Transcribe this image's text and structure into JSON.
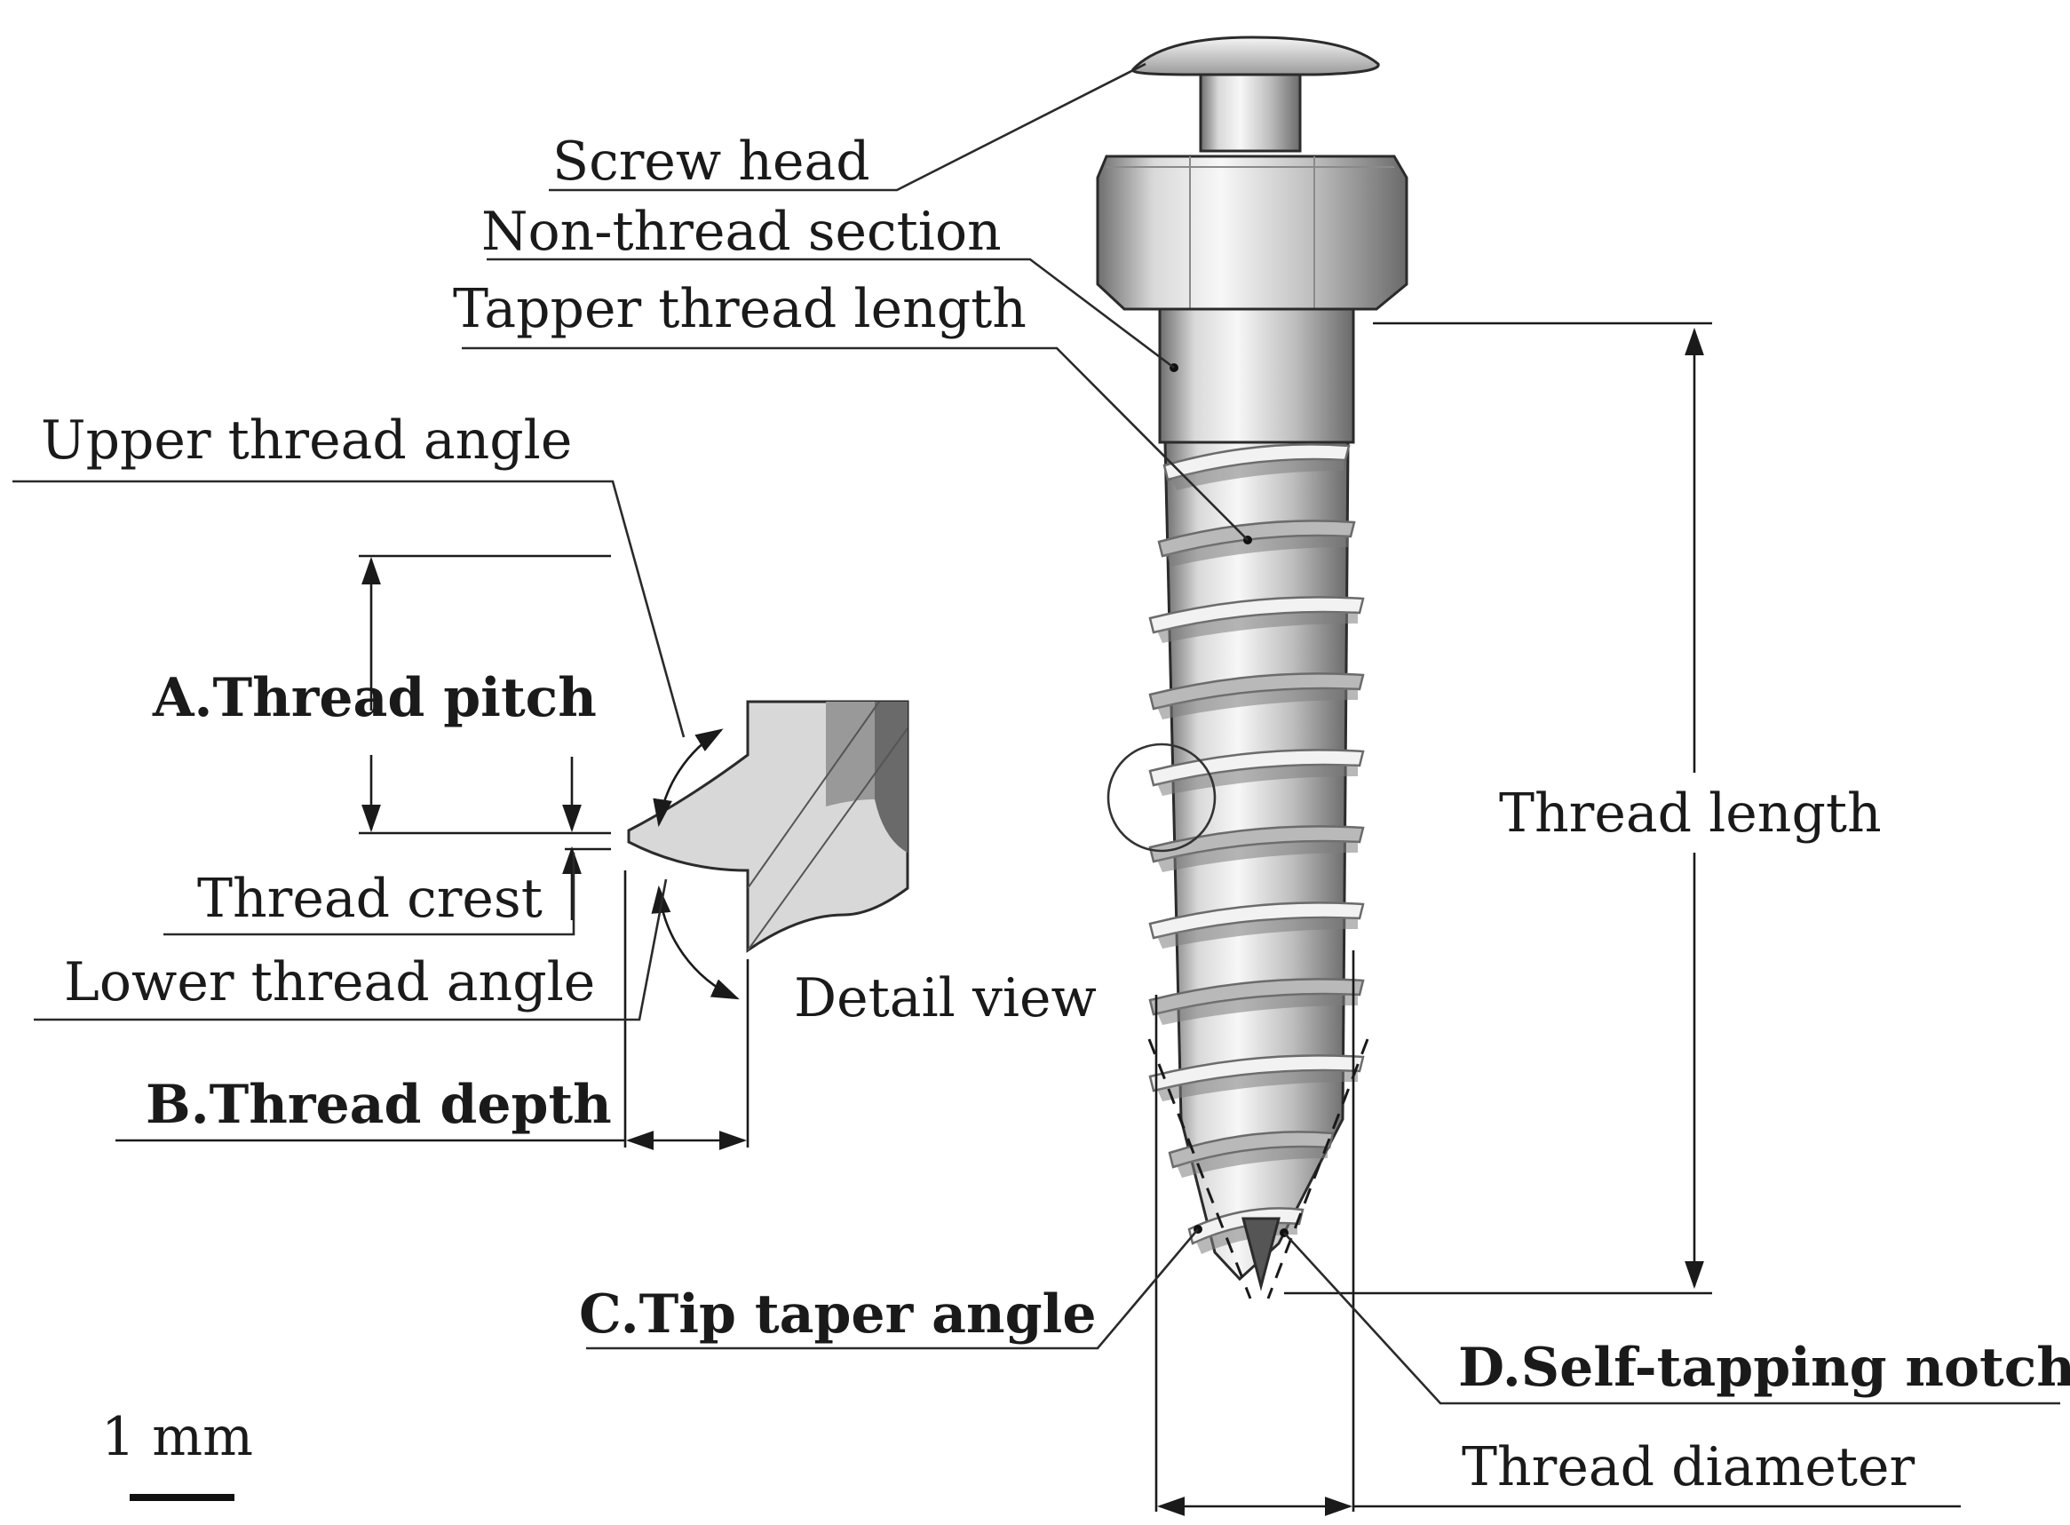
{
  "labels": {
    "screw_head": "Screw head",
    "non_thread_section": "Non-thread section",
    "tapper_thread_length": "Tapper thread length",
    "upper_thread_angle": "Upper thread angle",
    "thread_pitch": "A.Thread pitch",
    "thread_crest": "Thread crest",
    "lower_thread_angle": "Lower thread angle",
    "thread_depth": "B.Thread depth",
    "detail_view": "Detail view",
    "thread_length": "Thread length",
    "tip_taper_angle": "C.Tip taper angle",
    "self_tapping_notch": "D.Self-tapping notch",
    "thread_diameter": "Thread diameter",
    "scale_bar": "1 mm"
  },
  "colors": {
    "metal_light": "#f2f2f2",
    "metal_mid": "#b9b9b9",
    "metal_dark": "#6b6b6b",
    "line": "#1a1a1a",
    "background": "#ffffff"
  }
}
